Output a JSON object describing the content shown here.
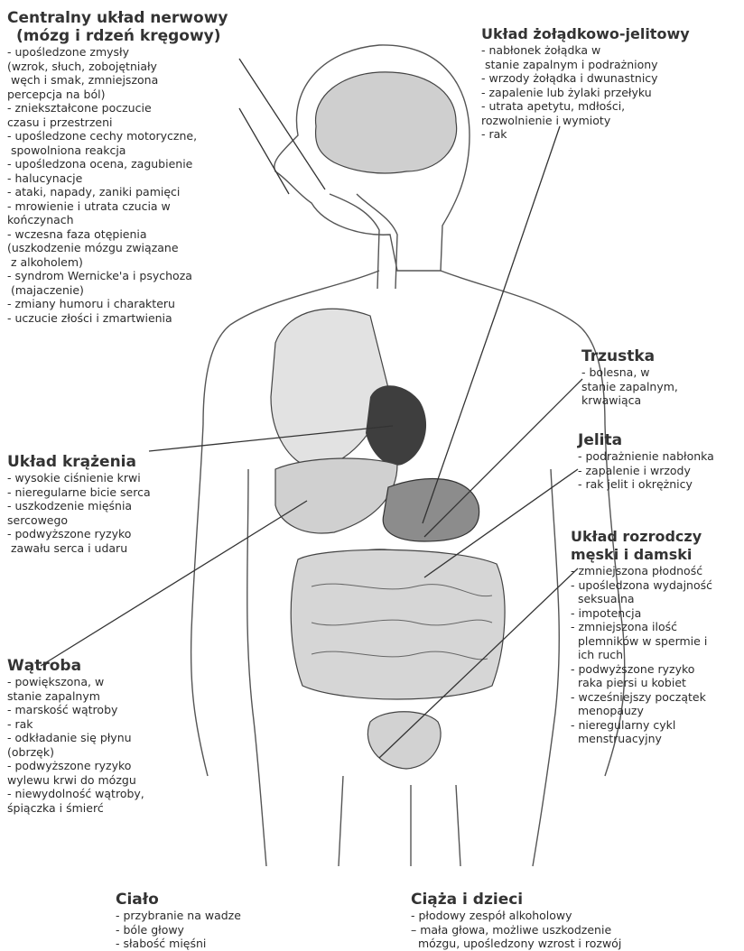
{
  "sections": {
    "cns": {
      "title1": "Centralny układ nerwowy",
      "title2": "(mózg i rdzeń kręgowy)",
      "items": [
        "- upośledzone zmysły",
        "(wzrok, słuch, zobojętniały",
        " węch i smak, zmniejszona",
        "percepcja na ból)",
        "- zniekształcone poczucie",
        "czasu i przestrzeni",
        "- upośledzone cechy motoryczne,",
        " spowolniona reakcja",
        "- upośledzona ocena, zagubienie",
        "- halucynacje",
        "- ataki, napady, zaniki pamięci",
        "- mrowienie i utrata czucia w",
        "kończynach",
        "- wczesna faza otępienia",
        "(uszkodzenie mózgu związane",
        " z alkoholem)",
        "- syndrom Wernicke'a i psychoza",
        " (majaczenie)",
        "- zmiany humoru i charakteru",
        "- uczucie złości i zmartwienia"
      ]
    },
    "gi": {
      "title": "Układ żołądkowo-jelitowy",
      "items": [
        "- nabłonek żołądka w",
        " stanie zapalnym i podrażniony",
        "- wrzody żołądka i dwunastnicy",
        "- zapalenie lub żylaki przełyku",
        "- utrata apetytu, mdłości,",
        "rozwolnienie i wymioty",
        "- rak"
      ]
    },
    "pancreas": {
      "title": "Trzustka",
      "items": [
        "- bolesna, w",
        "stanie zapalnym,",
        "krwawiąca"
      ]
    },
    "intestines": {
      "title": "Jelita",
      "items": [
        "- podrażnienie nabłonka",
        "- zapalenie i wrzody",
        "- rak jelit i okrężnicy"
      ]
    },
    "repro": {
      "title1": "Układ rozrodczy",
      "title2": "męski i damski",
      "items": [
        "- zmniejszona płodność",
        "- upośledzona wydajność",
        "  seksualna",
        "- impotencja",
        "- zmniejszona ilość",
        "  plemników w spermie i",
        "  ich ruch",
        "- podwyższone ryzyko",
        "  raka piersi u kobiet",
        "- wcześniejszy początek",
        "  menopauzy",
        "- nieregularny cykl",
        "  menstruacyjny"
      ]
    },
    "circulation": {
      "title": "Układ krążenia",
      "items": [
        "- wysokie ciśnienie krwi",
        "- nieregularne bicie serca",
        "- uszkodzenie mięśnia",
        "sercowego",
        "- podwyższone ryzyko",
        " zawału serca i udaru"
      ]
    },
    "liver": {
      "title": "Wątroba",
      "items": [
        "- powiększona, w",
        "stanie zapalnym",
        "- marskość wątroby",
        "- rak",
        "- odkładanie się płynu",
        "(obrzęk)",
        "- podwyższone ryzyko",
        "wylewu krwi do mózgu",
        "- niewydolność wątroby,",
        "śpiączka i śmierć"
      ]
    },
    "body": {
      "title": "Ciało",
      "items": [
        "- przybranie na wadze",
        "- bóle głowy",
        "- słabość mięśni"
      ]
    },
    "pregnancy": {
      "title": "Ciąża i dzieci",
      "items": [
        "- płodowy zespół alkoholowy",
        "– mała głowa, możliwe uszkodzenie",
        "  mózgu, upośledzony wzrost i rozwój"
      ]
    }
  }
}
